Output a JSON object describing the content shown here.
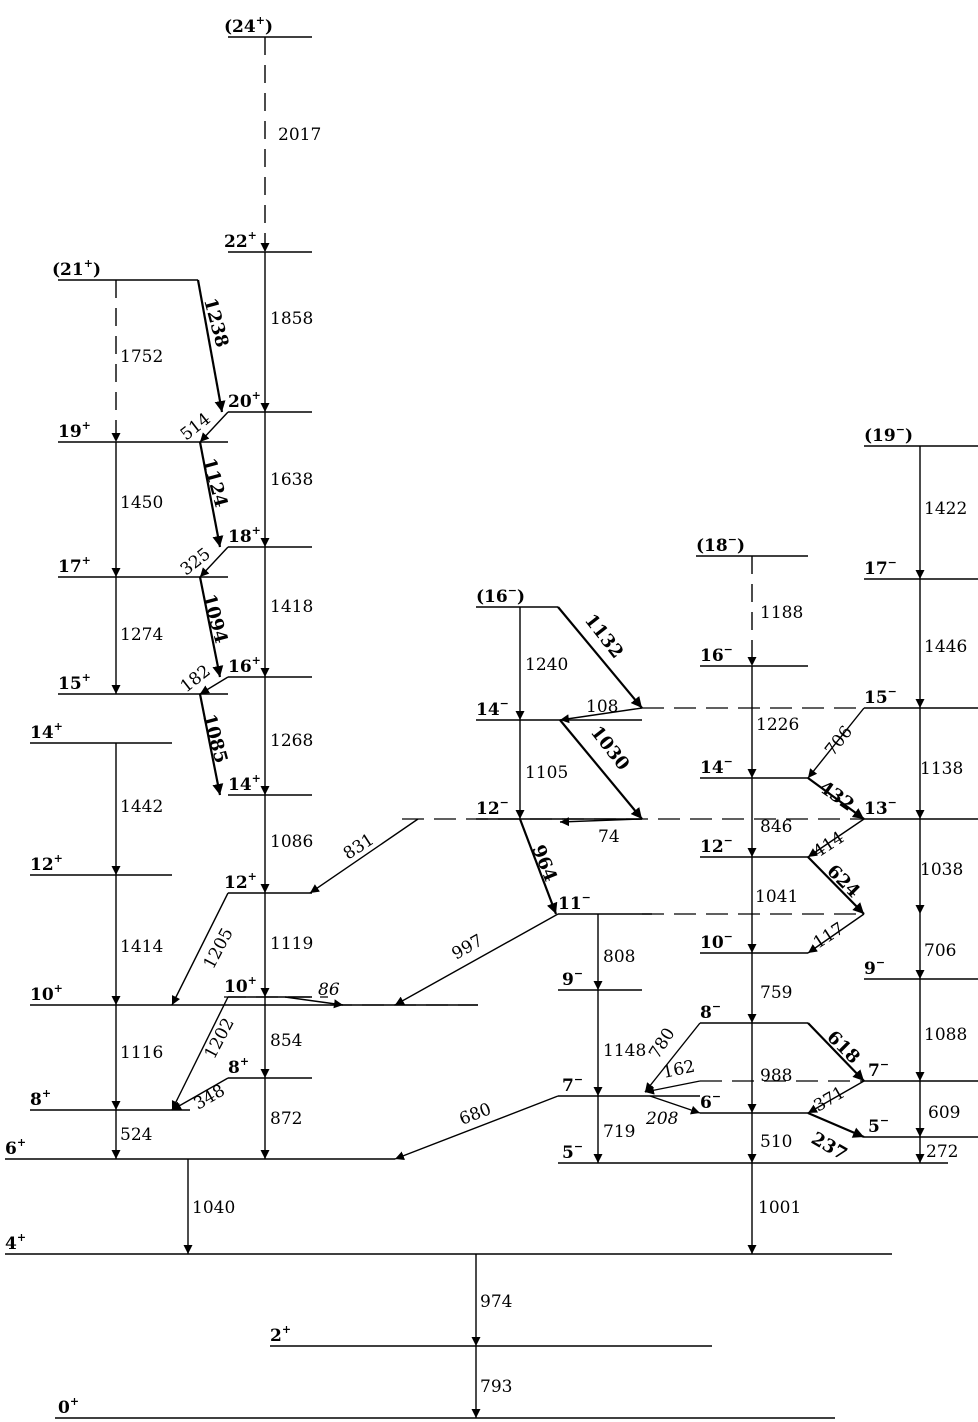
{
  "diagram": {
    "levels": [
      {
        "id": "0p",
        "spin": "0",
        "parity": "+",
        "tentative": false
      },
      {
        "id": "2p",
        "spin": "2",
        "parity": "+",
        "tentative": false
      },
      {
        "id": "4p",
        "spin": "4",
        "parity": "+",
        "tentative": false
      },
      {
        "id": "6p",
        "spin": "6",
        "parity": "+",
        "tentative": false
      },
      {
        "id": "8pa",
        "spin": "8",
        "parity": "+",
        "tentative": false
      },
      {
        "id": "10pa",
        "spin": "10",
        "parity": "+",
        "tentative": false
      },
      {
        "id": "12pa",
        "spin": "12",
        "parity": "+",
        "tentative": false
      },
      {
        "id": "14pa",
        "spin": "14",
        "parity": "+",
        "tentative": false
      },
      {
        "id": "15p",
        "spin": "15",
        "parity": "+",
        "tentative": false
      },
      {
        "id": "17p",
        "spin": "17",
        "parity": "+",
        "tentative": false
      },
      {
        "id": "19p",
        "spin": "19",
        "parity": "+",
        "tentative": false
      },
      {
        "id": "21p",
        "spin": "21",
        "parity": "+",
        "tentative": true
      },
      {
        "id": "8pb",
        "spin": "8",
        "parity": "+",
        "tentative": false
      },
      {
        "id": "10pb",
        "spin": "10",
        "parity": "+",
        "tentative": false
      },
      {
        "id": "12pb",
        "spin": "12",
        "parity": "+",
        "tentative": false
      },
      {
        "id": "14pb",
        "spin": "14",
        "parity": "+",
        "tentative": false
      },
      {
        "id": "16p",
        "spin": "16",
        "parity": "+",
        "tentative": false
      },
      {
        "id": "18p",
        "spin": "18",
        "parity": "+",
        "tentative": false
      },
      {
        "id": "20p",
        "spin": "20",
        "parity": "+",
        "tentative": false
      },
      {
        "id": "22p",
        "spin": "22",
        "parity": "+",
        "tentative": false
      },
      {
        "id": "24p",
        "spin": "24",
        "parity": "+",
        "tentative": true
      },
      {
        "id": "5ma",
        "spin": "5",
        "parity": "−",
        "tentative": false
      },
      {
        "id": "7ma",
        "spin": "7",
        "parity": "−",
        "tentative": false
      },
      {
        "id": "9ma",
        "spin": "9",
        "parity": "−",
        "tentative": false
      },
      {
        "id": "11m",
        "spin": "11",
        "parity": "−",
        "tentative": false
      },
      {
        "id": "12ma",
        "spin": "12",
        "parity": "−",
        "tentative": false
      },
      {
        "id": "14ma",
        "spin": "14",
        "parity": "−",
        "tentative": false
      },
      {
        "id": "16ma",
        "spin": "16",
        "parity": "−",
        "tentative": true
      },
      {
        "id": "6m",
        "spin": "6",
        "parity": "−",
        "tentative": false
      },
      {
        "id": "8m",
        "spin": "8",
        "parity": "−",
        "tentative": false
      },
      {
        "id": "10m",
        "spin": "10",
        "parity": "−",
        "tentative": false
      },
      {
        "id": "12mb",
        "spin": "12",
        "parity": "−",
        "tentative": false
      },
      {
        "id": "14mb",
        "spin": "14",
        "parity": "−",
        "tentative": false
      },
      {
        "id": "16mb",
        "spin": "16",
        "parity": "−",
        "tentative": false
      },
      {
        "id": "18m",
        "spin": "18",
        "parity": "−",
        "tentative": true
      },
      {
        "id": "5mb",
        "spin": "5",
        "parity": "−",
        "tentative": false
      },
      {
        "id": "7mb",
        "spin": "7",
        "parity": "−",
        "tentative": false
      },
      {
        "id": "9mb",
        "spin": "9",
        "parity": "−",
        "tentative": false
      },
      {
        "id": "13m",
        "spin": "13",
        "parity": "−",
        "tentative": false
      },
      {
        "id": "15m",
        "spin": "15",
        "parity": "−",
        "tentative": false
      },
      {
        "id": "17m",
        "spin": "17",
        "parity": "−",
        "tentative": false
      },
      {
        "id": "19m",
        "spin": "19",
        "parity": "−",
        "tentative": true
      }
    ],
    "transitions": [
      {
        "id": "g793",
        "energy": "793",
        "style": "normal"
      },
      {
        "id": "g974",
        "energy": "974",
        "style": "normal"
      },
      {
        "id": "g1040",
        "energy": "1040",
        "style": "normal"
      },
      {
        "id": "g1001",
        "energy": "1001",
        "style": "normal"
      },
      {
        "id": "g524",
        "energy": "524",
        "style": "normal"
      },
      {
        "id": "g1116",
        "energy": "1116",
        "style": "normal"
      },
      {
        "id": "g1414",
        "energy": "1414",
        "style": "normal"
      },
      {
        "id": "g1442",
        "energy": "1442",
        "style": "normal"
      },
      {
        "id": "g1274",
        "energy": "1274",
        "style": "normal"
      },
      {
        "id": "g1450",
        "energy": "1450",
        "style": "normal"
      },
      {
        "id": "g1752",
        "energy": "1752",
        "style": "normal"
      },
      {
        "id": "g872",
        "energy": "872",
        "style": "normal"
      },
      {
        "id": "g854",
        "energy": "854",
        "style": "normal"
      },
      {
        "id": "g1119",
        "energy": "1119",
        "style": "normal"
      },
      {
        "id": "g1086",
        "energy": "1086",
        "style": "normal"
      },
      {
        "id": "g1268",
        "energy": "1268",
        "style": "normal"
      },
      {
        "id": "g1418",
        "energy": "1418",
        "style": "normal"
      },
      {
        "id": "g1638",
        "energy": "1638",
        "style": "normal"
      },
      {
        "id": "g1858",
        "energy": "1858",
        "style": "normal"
      },
      {
        "id": "g2017",
        "energy": "2017",
        "style": "normal"
      },
      {
        "id": "g348",
        "energy": "348",
        "style": "normal"
      },
      {
        "id": "g1202",
        "energy": "1202",
        "style": "normal"
      },
      {
        "id": "g1205",
        "energy": "1205",
        "style": "normal"
      },
      {
        "id": "g86",
        "energy": "86",
        "style": "italic"
      },
      {
        "id": "g831",
        "energy": "831",
        "style": "normal"
      },
      {
        "id": "g1085",
        "energy": "1085",
        "style": "bold"
      },
      {
        "id": "g182",
        "energy": "182",
        "style": "normal"
      },
      {
        "id": "g1094",
        "energy": "1094",
        "style": "bold"
      },
      {
        "id": "g325",
        "energy": "325",
        "style": "normal"
      },
      {
        "id": "g1124",
        "energy": "1124",
        "style": "bold"
      },
      {
        "id": "g514",
        "energy": "514",
        "style": "normal"
      },
      {
        "id": "g1238",
        "energy": "1238",
        "style": "bold"
      },
      {
        "id": "g680",
        "energy": "680",
        "style": "normal"
      },
      {
        "id": "g997",
        "energy": "997",
        "style": "normal"
      },
      {
        "id": "g719",
        "energy": "719",
        "style": "normal"
      },
      {
        "id": "g1148",
        "energy": "1148",
        "style": "normal"
      },
      {
        "id": "g808",
        "energy": "808",
        "style": "normal"
      },
      {
        "id": "g964",
        "energy": "964",
        "style": "bold"
      },
      {
        "id": "g74",
        "energy": "74",
        "style": "normal"
      },
      {
        "id": "g1105",
        "energy": "1105",
        "style": "normal"
      },
      {
        "id": "g1030",
        "energy": "1030",
        "style": "bold"
      },
      {
        "id": "g108",
        "energy": "108",
        "style": "normal"
      },
      {
        "id": "g1240",
        "energy": "1240",
        "style": "normal"
      },
      {
        "id": "g1132",
        "energy": "1132",
        "style": "bold"
      },
      {
        "id": "g208",
        "energy": "208",
        "style": "italic"
      },
      {
        "id": "g162",
        "energy": "162",
        "style": "normal"
      },
      {
        "id": "g780",
        "energy": "780",
        "style": "normal"
      },
      {
        "id": "g510",
        "energy": "510",
        "style": "normal"
      },
      {
        "id": "g988",
        "energy": "988",
        "style": "normal"
      },
      {
        "id": "g759",
        "energy": "759",
        "style": "normal"
      },
      {
        "id": "g1041",
        "energy": "1041",
        "style": "normal"
      },
      {
        "id": "g846",
        "energy": "846",
        "style": "normal"
      },
      {
        "id": "g1226",
        "energy": "1226",
        "style": "normal"
      },
      {
        "id": "g1188",
        "energy": "1188",
        "style": "normal"
      },
      {
        "id": "g237",
        "energy": "237",
        "style": "bold"
      },
      {
        "id": "g371",
        "energy": "371",
        "style": "normal"
      },
      {
        "id": "g618",
        "energy": "618",
        "style": "bold"
      },
      {
        "id": "g117",
        "energy": "117",
        "style": "normal"
      },
      {
        "id": "g624",
        "energy": "624",
        "style": "bold"
      },
      {
        "id": "g414",
        "energy": "414",
        "style": "normal"
      },
      {
        "id": "g432",
        "energy": "432",
        "style": "bold"
      },
      {
        "id": "g706a",
        "energy": "706",
        "style": "normal"
      },
      {
        "id": "g272",
        "energy": "272",
        "style": "normal"
      },
      {
        "id": "g609",
        "energy": "609",
        "style": "normal"
      },
      {
        "id": "g1088",
        "energy": "1088",
        "style": "normal"
      },
      {
        "id": "g706b",
        "energy": "706",
        "style": "normal"
      },
      {
        "id": "g1038",
        "energy": "1038",
        "style": "normal"
      },
      {
        "id": "g1138",
        "energy": "1138",
        "style": "normal"
      },
      {
        "id": "g1446",
        "energy": "1446",
        "style": "normal"
      },
      {
        "id": "g1422",
        "energy": "1422",
        "style": "normal"
      }
    ]
  }
}
